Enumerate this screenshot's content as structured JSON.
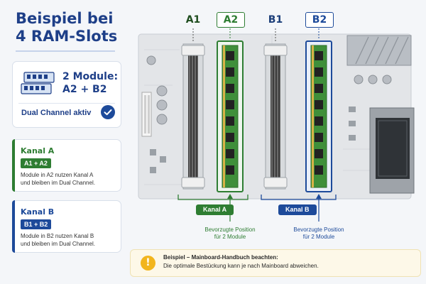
{
  "title": {
    "line1": "Beispiel bei",
    "line2": "4 RAM-Slots"
  },
  "modules_card": {
    "title_line1": "2 Module:",
    "title_line2": "A2 + B2",
    "status": "Dual Channel aktiv",
    "icons": {
      "ram": "ram-modules-icon",
      "status": "check-circle-icon"
    }
  },
  "channel_a": {
    "title": "Kanal A",
    "badge": "A1 + A2",
    "desc_line1": "Module in A2 nutzen Kanal A",
    "desc_line2": "und bleiben im Dual Channel.",
    "color": "#2e7d32"
  },
  "channel_b": {
    "title": "Kanal B",
    "badge": "B1 + B2",
    "desc_line1": "Module in B2 nutzen Kanal B",
    "desc_line2": "und bleiben im Dual Channel.",
    "color": "#1d4a9a"
  },
  "slots": [
    {
      "label": "A1",
      "populated": false
    },
    {
      "label": "A2",
      "populated": true
    },
    {
      "label": "B1",
      "populated": false
    },
    {
      "label": "B2",
      "populated": true
    }
  ],
  "board": {
    "kanal_a": "Kanal A",
    "kanal_b": "Kanal B",
    "pref_line1": "Bevorzugte Position",
    "pref_line2": "für 2 Module"
  },
  "hint": {
    "icon": "warning-icon",
    "glyph": "!",
    "title": "Beispiel – Mainboard-Handbuch beachten:",
    "text": "Die optimale Bestückung kann je nach Mainboard abweichen."
  }
}
